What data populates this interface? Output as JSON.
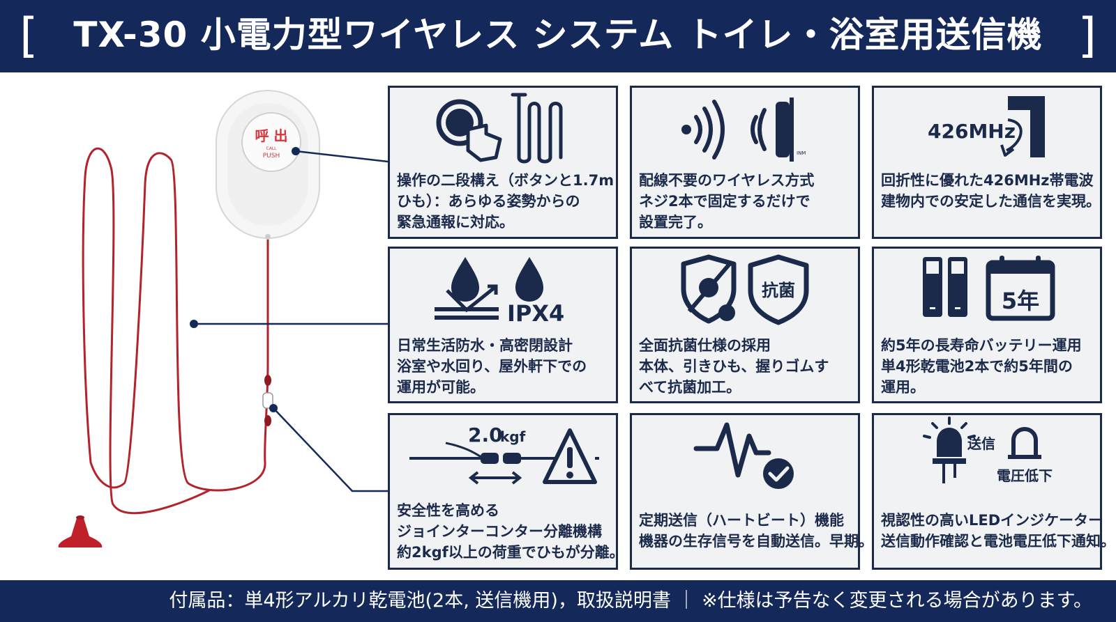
{
  "header": {
    "title": "TX-30 小電力型ワイヤレス システム トイレ・浴室用送信機",
    "bracket_left": "[",
    "bracket_right": "]"
  },
  "device": {
    "label_main": "呼 出",
    "label_call": "CALL",
    "label_push": "PUSH"
  },
  "features": [
    {
      "lines": [
        "操作の二段構え（ボタンと1.7m",
        "ひも）：あらゆる姿勢からの",
        "緊急通報に対応。"
      ]
    },
    {
      "lines": [
        "配線不要のワイヤレス方式",
        "ネジ2本で固定するだけで",
        "設置完了。"
      ],
      "icon_text": "INM"
    },
    {
      "lines": [
        "回折性に優れた426MHz帯電波",
        "建物内での安定した通信を実現。"
      ],
      "icon_text": "426MHz"
    },
    {
      "lines": [
        "日常生活防水・高密閉設計",
        "浴室や水回り、屋外軒下での",
        "運用が可能。"
      ],
      "icon_text": "IPX4"
    },
    {
      "lines": [
        "全面抗菌仕様の採用",
        "本体、引きひも、握りゴムす",
        "べて抗菌加工。"
      ],
      "icon_text": "抗菌"
    },
    {
      "lines": [
        "約5年の長寿命バッテリー運用",
        "単4形乾電池2本で約5年間の",
        "運用。"
      ],
      "icon_text": "5年"
    },
    {
      "lines": [
        "安全性を高める",
        "ジョインターコンター分離機構",
        "約2kgf以上の荷重でひもが分離。"
      ],
      "icon_text_num": "2.0",
      "icon_text_unit": "kgf"
    },
    {
      "lines": [
        "定期送信（ハートビート）機能",
        "機器の生存信号を自動送信。早期。"
      ]
    },
    {
      "lines": [
        "視認性の高いLEDインジケーター",
        "送信動作確認と電池電圧低下通知。"
      ],
      "icon_text_send": "送信",
      "icon_text_low": "電圧低下"
    }
  ],
  "footer": {
    "note": "付属品：単4形アルカリ乾電池(2本, 送信機用)，取扱説明書 ｜ ※仕様は予告なく変更される場合があります。"
  },
  "colors": {
    "navy": "#14295a",
    "ink": "#1b2a4a",
    "card_bg": "#f1f2f4",
    "cord_red": "#b3232c",
    "label_red": "#d8343c"
  }
}
